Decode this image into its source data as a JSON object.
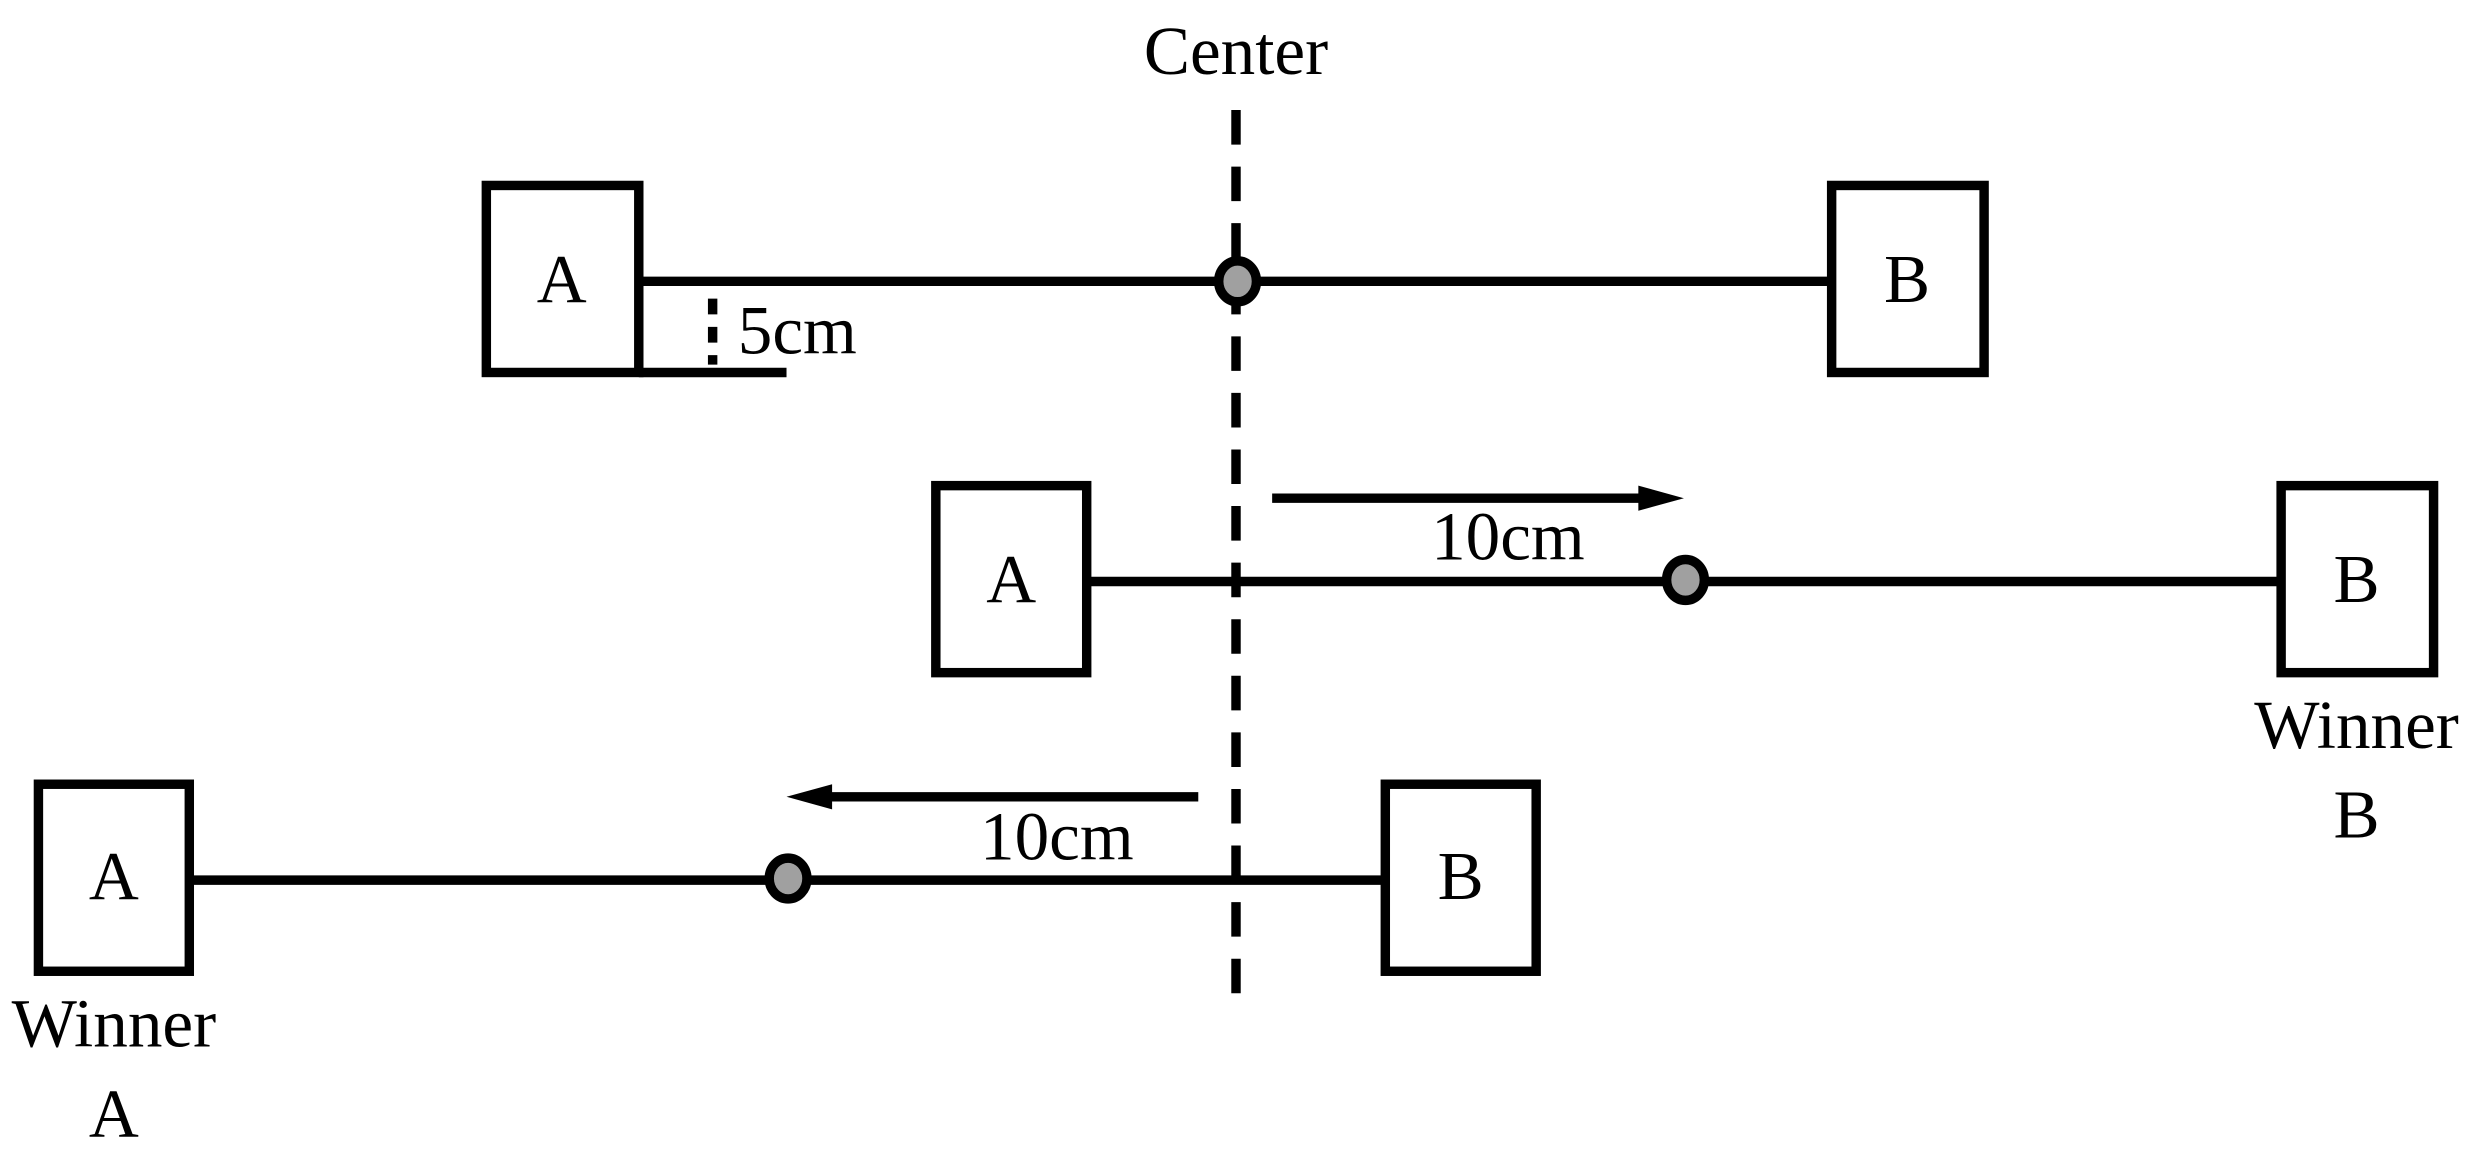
{
  "center_label": "Center",
  "box_labels": {
    "a": "A",
    "b": "B"
  },
  "rows": [
    {
      "name": "start",
      "measurement_label": "5cm"
    },
    {
      "name": "b-wins",
      "measurement_label": "10cm",
      "winner_line1": "Winner",
      "winner_line2": "B"
    },
    {
      "name": "a-wins",
      "measurement_label": "10cm",
      "winner_line1": "Winner",
      "winner_line2": "A"
    }
  ],
  "colors": {
    "line": "#000000",
    "knot_fill": "#a0a0a0",
    "background": "#ffffff"
  }
}
